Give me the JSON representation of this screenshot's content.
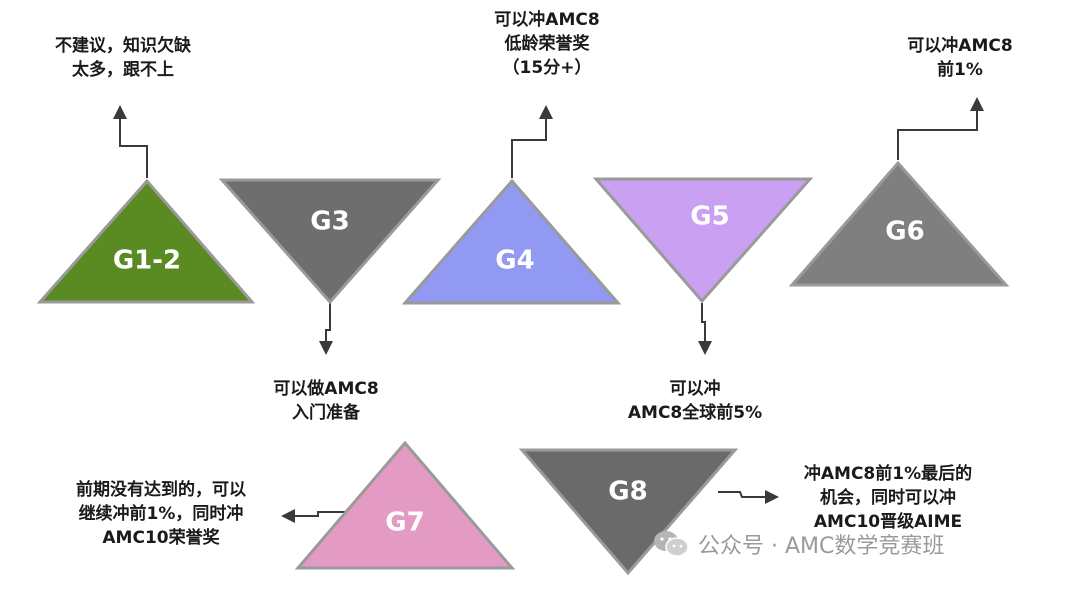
{
  "colors": {
    "g12": "#5a8a22",
    "g3": "#6e6e6e",
    "g4": "#9199f2",
    "g5": "#c9a0f2",
    "g6": "#7f7f7f",
    "g7": "#e39bc4",
    "g8": "#6a6a6a",
    "outline": "#9a9a9a",
    "connector": "#3a3a3a"
  },
  "grades": {
    "g12": "G1-2",
    "g3": "G3",
    "g4": "G4",
    "g5": "G5",
    "g6": "G6",
    "g7": "G7",
    "g8": "G8"
  },
  "notes": {
    "g12": [
      "不建议，知识欠缺",
      "太多，跟不上"
    ],
    "g3": [
      "可以做AMC8",
      "入门准备"
    ],
    "g4": [
      "可以冲AMC8",
      "低龄荣誉奖",
      "（15分+）"
    ],
    "g5": [
      "可以冲",
      "AMC8全球前5%"
    ],
    "g6": [
      "可以冲AMC8",
      "前1%"
    ],
    "g7": [
      "前期没有达到的，可以",
      "继续冲前1%，同时冲",
      "AMC10荣誉奖"
    ],
    "g8": [
      "冲AMC8前1%最后的",
      "机会，同时可以冲",
      "AMC10晋级AIME"
    ]
  },
  "watermark": {
    "icon": "wechat-icon",
    "text": "公众号 · AMC数学竞赛班"
  }
}
